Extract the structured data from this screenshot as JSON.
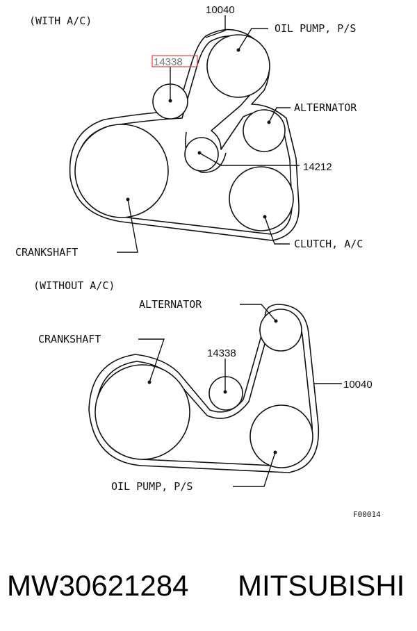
{
  "top_diagram": {
    "heading": "(WITH A/C)",
    "labels": {
      "belt_part": "10040",
      "idler_part": "14338",
      "tensioner_part": "14212",
      "oil_pump": "OIL PUMP, P/S",
      "alternator": "ALTERNATOR",
      "crankshaft": "CRANKSHAFT",
      "clutch": "CLUTCH, A/C"
    },
    "highlight_color": "#e04040"
  },
  "bottom_diagram": {
    "heading": "(WITHOUT A/C)",
    "labels": {
      "alternator": "ALTERNATOR",
      "crankshaft": "CRANKSHAFT",
      "idler_part": "14338",
      "belt_part": "10040",
      "oil_pump": "OIL PUMP, P/S"
    }
  },
  "figure_code": "F00014",
  "caption": {
    "part_number": "MW30621284",
    "brand": "MITSUBISHI"
  }
}
